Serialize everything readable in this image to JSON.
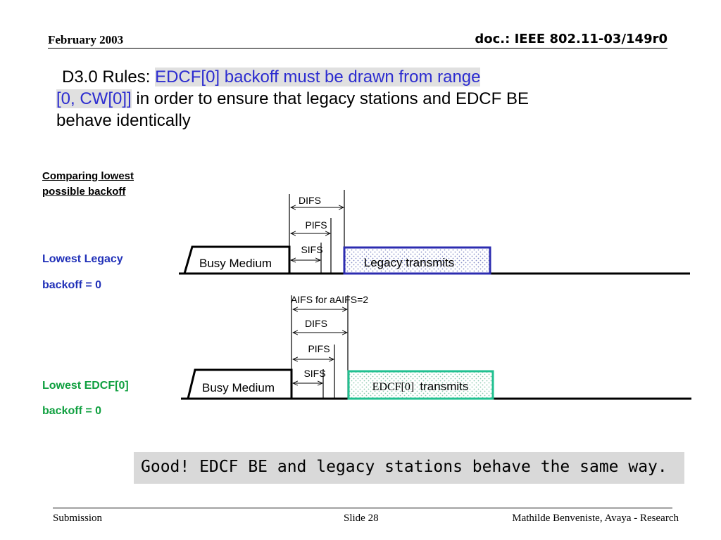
{
  "header": {
    "date": "February 2003",
    "doc": "doc.: IEEE 802.11-03/149r0"
  },
  "title": {
    "prefix": "D3.0 Rules:",
    "highlight1": "EDCF[0] backoff must be drawn from range",
    "highlight2": "[0, CW[0]]",
    "rest1": "in order to ensure that legacy stations and EDCF BE",
    "rest2": "behave identically"
  },
  "side": {
    "comparing": "Comparing lowest possible backoff",
    "legacy_line1": "Lowest Legacy",
    "legacy_line2": "backoff = 0",
    "edcf_line1": "Lowest EDCF[0]",
    "edcf_line2": "backoff = 0"
  },
  "diagram": {
    "top": {
      "difs": "DIFS",
      "pifs": "PIFS",
      "sifs": "SIFS",
      "busy": "Busy Medium",
      "transmit": "Legacy transmits",
      "transmit_color": "#2c2cb0"
    },
    "bottom": {
      "aifs": "AIFS for aAIFS=2",
      "difs": "DIFS",
      "pifs": "PIFS",
      "sifs": "SIFS",
      "busy": "Busy Medium",
      "transmit_prefix": "EDCF[0]",
      "transmit_suffix": "transmits",
      "transmit_color": "#20c090"
    }
  },
  "callout": {
    "text": "Good!  EDCF BE and legacy stations behave the same way."
  },
  "footer": {
    "submission": "Submission",
    "slide": "Slide 28",
    "author": "Mathilde Benveniste, Avaya - Research"
  }
}
